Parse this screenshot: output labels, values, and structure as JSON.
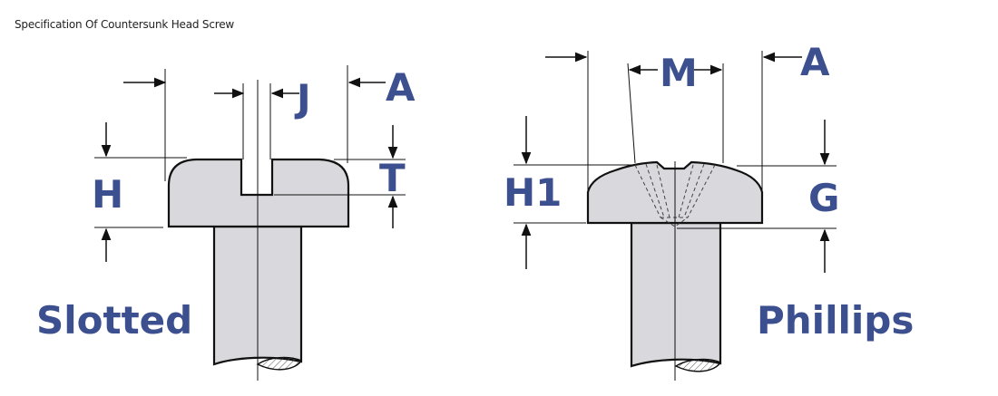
{
  "title": "Specification Of Countersunk Head Screw",
  "colors": {
    "label": "#3c4f8f",
    "screw_fill": "#d9d8dc",
    "outline": "#111111"
  },
  "slotted": {
    "name": "Slotted",
    "dimensions": {
      "J": "J",
      "A": "A",
      "H": "H",
      "T": "T"
    }
  },
  "phillips": {
    "name": "Phillips",
    "dimensions": {
      "M": "M",
      "A": "A",
      "H1": "H1",
      "G": "G"
    }
  }
}
